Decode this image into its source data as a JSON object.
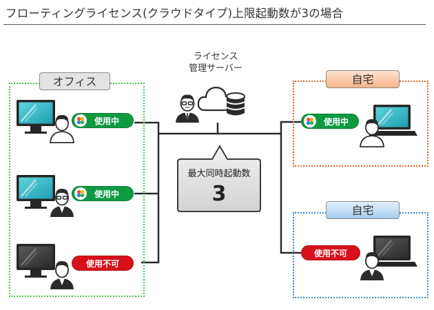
{
  "title": "フローティングライセンス(クラウドタイプ)上限起動数が3の場合",
  "server": {
    "label_line1": "ライセンス",
    "label_line2": "管理サーバー",
    "icons": [
      "admin-person-icon",
      "cloud-icon",
      "database-icon"
    ]
  },
  "groups": {
    "office": {
      "label": "オフィス"
    },
    "home1": {
      "label": "自宅"
    },
    "home2": {
      "label": "自宅"
    }
  },
  "callout": {
    "label": "最大同時起動数",
    "value": "3"
  },
  "status": {
    "in_use": "使用中",
    "unavailable": "使用不可"
  },
  "computers": [
    {
      "group": "office",
      "device": "desktop",
      "screen": "on",
      "status": "in_use"
    },
    {
      "group": "office",
      "device": "desktop",
      "screen": "on",
      "status": "in_use"
    },
    {
      "group": "office",
      "device": "desktop",
      "screen": "off",
      "status": "unavailable"
    },
    {
      "group": "home1",
      "device": "laptop",
      "screen": "on",
      "status": "in_use"
    },
    {
      "group": "home2",
      "device": "laptop",
      "screen": "off",
      "status": "unavailable"
    }
  ],
  "colors": {
    "in_use": "#0f9a42",
    "unavailable": "#d7111b",
    "office_border": "#4cc04c",
    "home1_border": "#e2621f",
    "home2_border": "#3a86cf",
    "screen_on": "#2db8c8",
    "screen_off": "#3c3c3c"
  }
}
